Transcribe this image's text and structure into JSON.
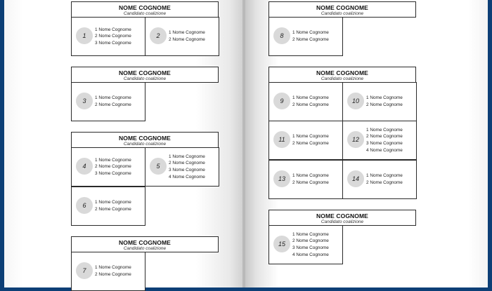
{
  "header": {
    "candidate_name": "NOME COGNOME",
    "coalition_label": "Candidato coalizione"
  },
  "ballots": [
    {
      "page": "left",
      "lists": [
        {
          "number": "1",
          "names": [
            "1 Nome Cognome",
            "2 Nome Cognome",
            "3 Nome Cognome"
          ]
        },
        {
          "number": "2",
          "names": [
            "1 Nome Cognome",
            "2 Nome Cognome"
          ]
        }
      ]
    },
    {
      "page": "left",
      "lists": [
        {
          "number": "3",
          "names": [
            "1 Nome Cognome",
            "2 Nome Cognome"
          ]
        }
      ]
    },
    {
      "page": "left",
      "lists": [
        {
          "number": "4",
          "names": [
            "1 Nome Cognome",
            "2 Nome Cognome",
            "3 Nome Cognome"
          ]
        },
        {
          "number": "5",
          "names": [
            "1 Nome Cognome",
            "2 Nome Cognome",
            "3 Nome Cognome",
            "4 Nome Cognome"
          ]
        },
        {
          "number": "6",
          "names": [
            "1 Nome Cognome",
            "2 Nome Cognome"
          ]
        }
      ]
    },
    {
      "page": "left",
      "lists": [
        {
          "number": "7",
          "names": [
            "1 Nome Cognome",
            "2 Nome Cognome"
          ]
        }
      ]
    },
    {
      "page": "right",
      "lists": [
        {
          "number": "8",
          "names": [
            "1 Nome Cognome",
            "2 Nome Cognome"
          ]
        }
      ]
    },
    {
      "page": "right",
      "lists": [
        {
          "number": "9",
          "names": [
            "1 Nome Cognome",
            "2 Nome Cognome"
          ]
        },
        {
          "number": "10",
          "names": [
            "1 Nome Cognome",
            "2 Nome Cognome"
          ]
        },
        {
          "number": "11",
          "names": [
            "1 Nome Cognome",
            "2 Nome Cognome"
          ]
        },
        {
          "number": "12",
          "names": [
            "1 Nome Cognome",
            "2 Nome Cognome",
            "3 Nome Cognome",
            "4 Nome Cognome"
          ]
        },
        {
          "number": "13",
          "names": [
            "1 Nome Cognome",
            "2 Nome Cognome"
          ]
        },
        {
          "number": "14",
          "names": [
            "1 Nome Cognome",
            "2 Nome Cognome"
          ]
        }
      ]
    },
    {
      "page": "right",
      "lists": [
        {
          "number": "15",
          "names": [
            "1 Nome Cognome",
            "2 Nome Cognome",
            "3 Nome Cognome",
            "4 Nome Cognome"
          ]
        }
      ]
    }
  ]
}
